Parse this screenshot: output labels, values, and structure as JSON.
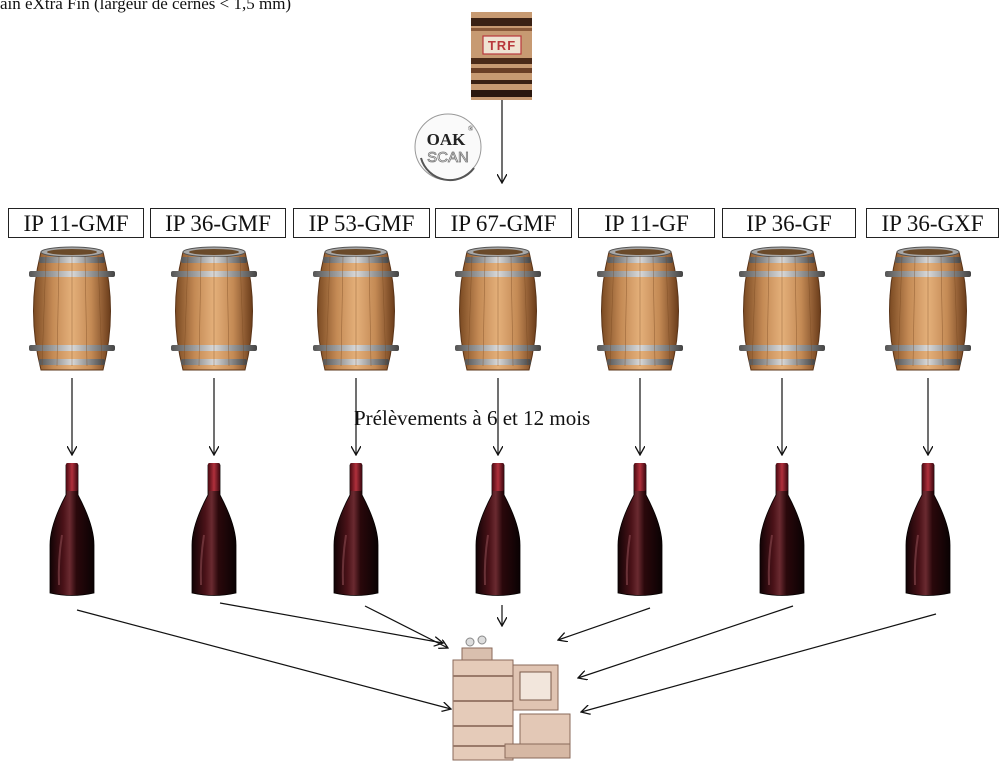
{
  "header_text": "ain eXtra Fin (largeur de cernes < 1,5 mm)",
  "trf_label": "TRF",
  "oakscan": {
    "line1": "OAK",
    "registered": "®",
    "line2": "SCAN"
  },
  "barrel_labels": [
    "IP 11-GMF",
    "IP 36-GMF",
    "IP 53-GMF",
    "IP 67-GMF",
    "IP 11-GF",
    "IP 36-GF",
    "IP 36-GXF"
  ],
  "sampling_label": "Prélèvements à 6 et 12 mois",
  "colors": {
    "wood": "#c48a55",
    "hoop": "#8a8a8a",
    "wine": "#3a0d10",
    "capsule": "#7a1420",
    "computer": "#e3c9b8"
  }
}
